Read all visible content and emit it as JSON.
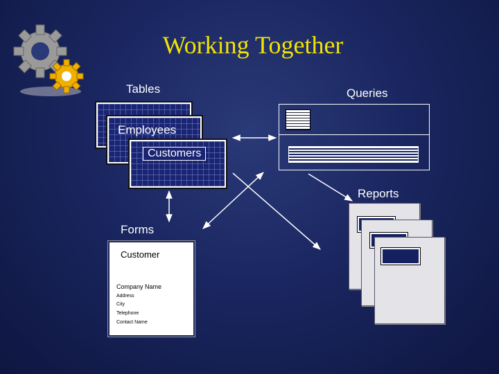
{
  "title": "Working Together",
  "labels": {
    "tables": "Tables",
    "queries": "Queries",
    "reports": "Reports",
    "forms": "Forms"
  },
  "tables": {
    "employees": "Employees",
    "customers": "Customers"
  },
  "form": {
    "title": "Customer",
    "fields": [
      "Company Name",
      "Address",
      "City",
      "Telephone",
      "Contact Name"
    ]
  },
  "colors": {
    "title": "#f2e400",
    "background": "#1a2660",
    "gear_large": "#9a9a9a",
    "gear_small": "#f0b000"
  },
  "icons": [
    "gears-icon"
  ]
}
